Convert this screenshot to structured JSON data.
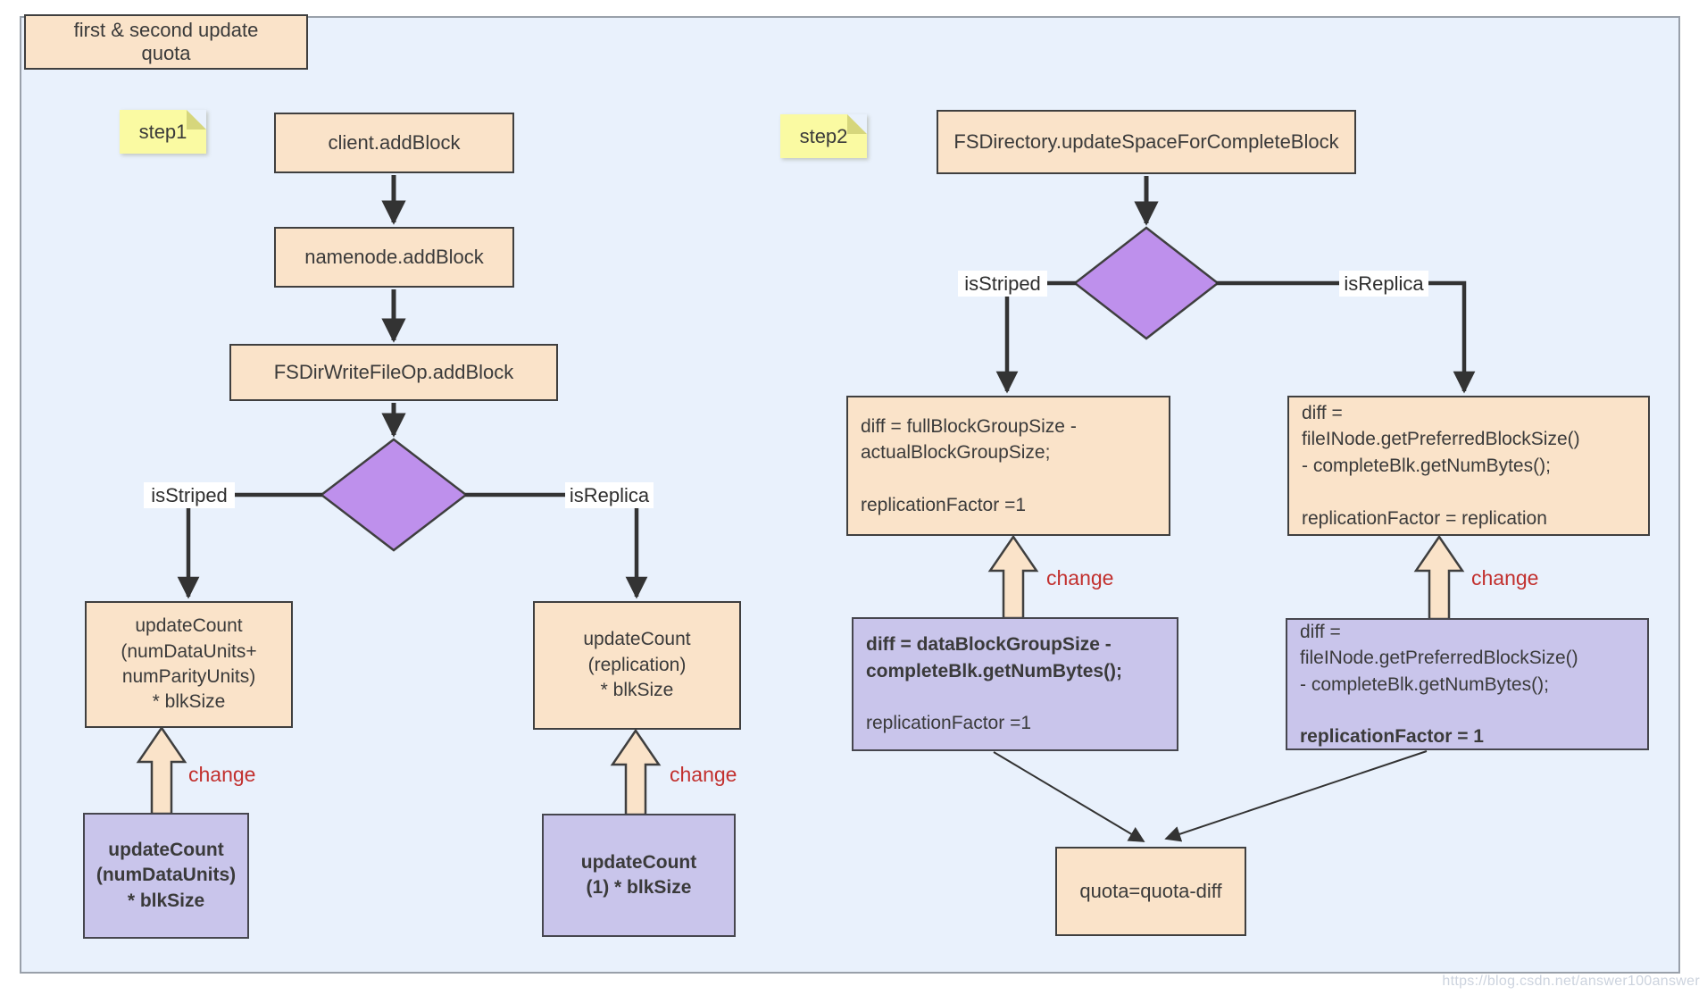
{
  "header": {
    "title": "first & second update\nquota"
  },
  "watermark": "https://blog.csdn.net/answer100answer",
  "colors": {
    "panel_bg": "#E9F1FC",
    "node_fill": "#FAE3C9",
    "changed_fill": "#C9C5EB",
    "decision_fill": "#BE90EC",
    "note_fill": "#FAFAA2",
    "change_text": "#C2302E",
    "line": "#333333",
    "border": "#3f3f3f"
  },
  "step1": {
    "note": "step1",
    "nodes": {
      "client": "client.addBlock",
      "namenode": "namenode.addBlock",
      "fsdir": "FSDirWriteFileOp.addBlock"
    },
    "striped": {
      "label": "isStriped",
      "result": "updateCount\n(numDataUnits+\nnumParityUnits)\n* blkSize",
      "change_label": "change",
      "changed": "updateCount\n(numDataUnits)\n* blkSize"
    },
    "replica": {
      "label": "isReplica",
      "result": "updateCount\n(replication)\n* blkSize",
      "change_label": "change",
      "changed": "updateCount\n(1) * blkSize"
    }
  },
  "step2": {
    "note": "step2",
    "entry": "FSDirectory.updateSpaceForCompleteBlock",
    "striped": {
      "label": "isStriped",
      "result": "diff = fullBlockGroupSize -\nactualBlockGroupSize;\n\nreplicationFactor =1",
      "change_label": "change",
      "changed_bold": "diff = dataBlockGroupSize -\ncompleteBlk.getNumBytes();",
      "changed_normal": "replicationFactor =1"
    },
    "replica": {
      "label": "isReplica",
      "result": "diff =\nfileINode.getPreferredBlockSize()\n- completeBlk.getNumBytes();\n\nreplicationFactor = replication",
      "change_label": "change",
      "changed_normal": "diff =\nfileINode.getPreferredBlockSize()\n- completeBlk.getNumBytes();",
      "changed_bold": "replicationFactor = 1"
    },
    "merge": "quota=quota-diff"
  }
}
